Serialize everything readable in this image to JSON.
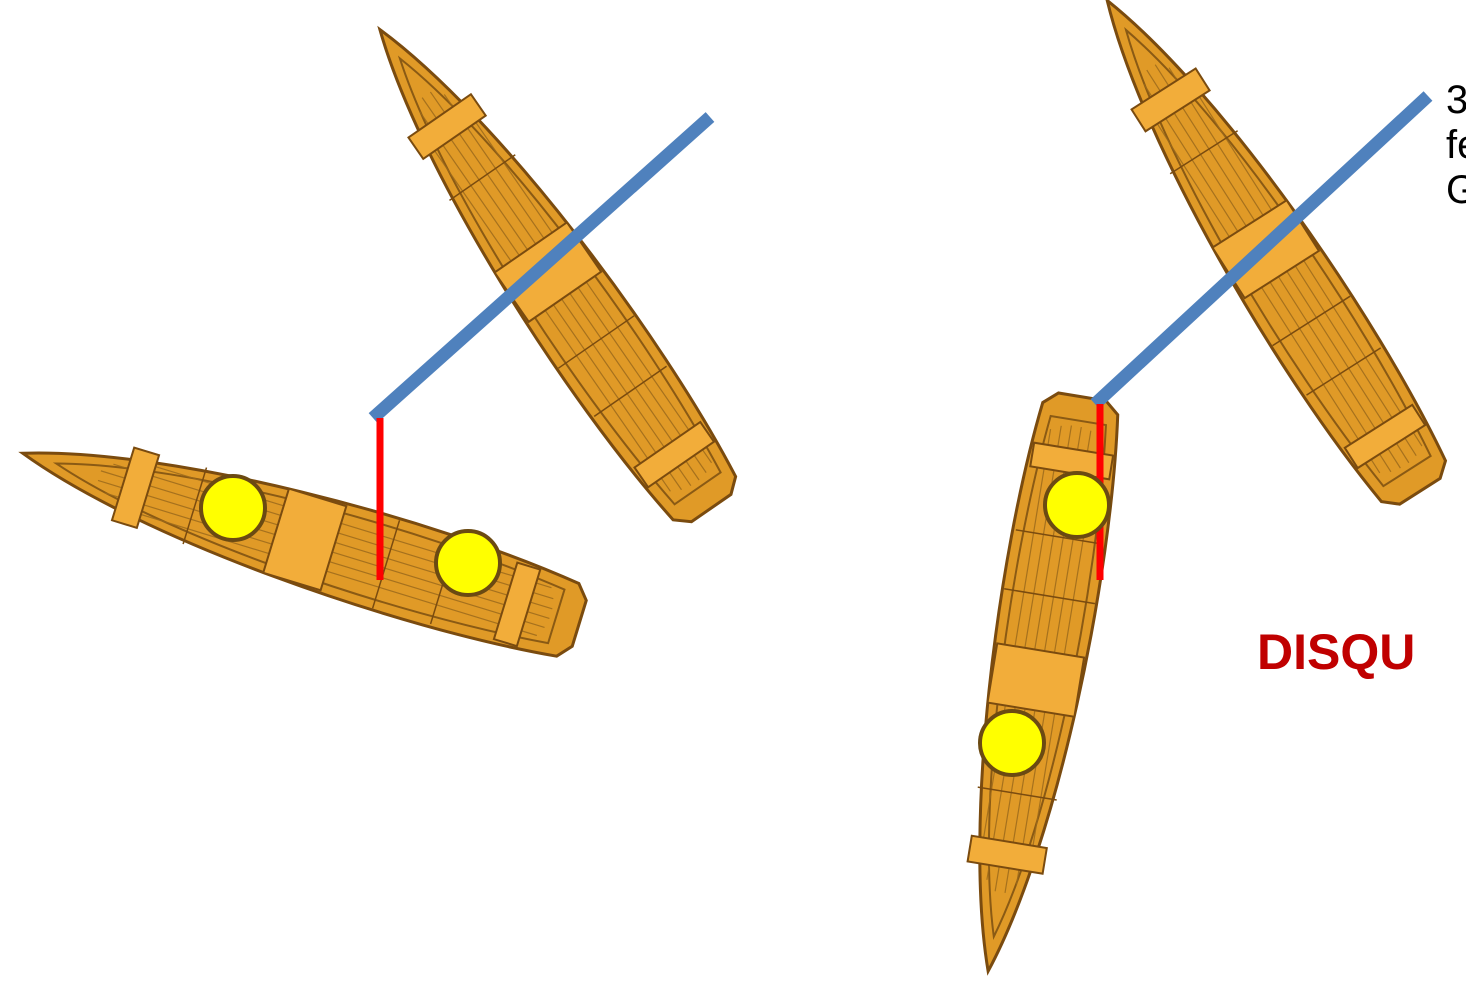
{
  "colors": {
    "hull": "#e09a27",
    "hull_edge": "#7a4b0f",
    "plank": "#9c6a1c",
    "seat": "#f2ad3a",
    "sight_line": "#4f81bd",
    "distance_line": "#ff0000",
    "marker_fill": "#ffff00",
    "marker_edge": "#6b4a12",
    "verdict_text": "#c00000"
  },
  "note": {
    "lines": [
      "3",
      "fe",
      "G"
    ]
  },
  "verdict": "DISQU"
}
